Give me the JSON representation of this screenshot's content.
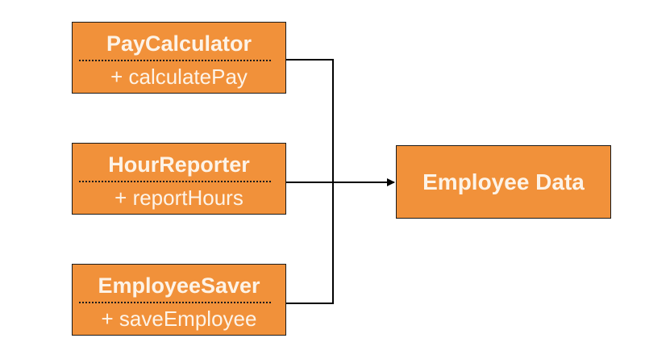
{
  "classes": [
    {
      "name": "PayCalculator",
      "method": "+ calculatePay"
    },
    {
      "name": "HourReporter",
      "method": "+ reportHours"
    },
    {
      "name": "EmployeeSaver",
      "method": "+ saveEmployee"
    }
  ],
  "target": {
    "label": "Employee Data"
  },
  "colors": {
    "box_fill": "#f1913a",
    "box_text": "#fdf3e7",
    "line": "#000000"
  }
}
